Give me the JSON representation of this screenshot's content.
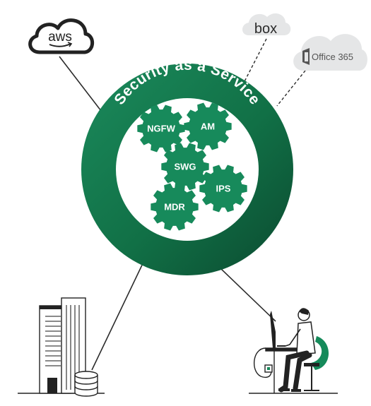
{
  "diagram": {
    "title": "Security as a Service",
    "services": [
      {
        "id": "ngfw",
        "label": "NGFW"
      },
      {
        "id": "am",
        "label": "AM"
      },
      {
        "id": "swg",
        "label": "SWG"
      },
      {
        "id": "ips",
        "label": "IPS"
      },
      {
        "id": "mdr",
        "label": "MDR"
      }
    ],
    "cloud_providers": [
      {
        "id": "aws",
        "label": "aws",
        "connection": "solid"
      },
      {
        "id": "box",
        "label": "box",
        "connection": "dashed"
      },
      {
        "id": "office365",
        "label": "Office 365",
        "connection": "dashed"
      }
    ],
    "endpoints": [
      {
        "id": "datacenter",
        "icon": "building-database-icon",
        "connection": "solid"
      },
      {
        "id": "remote-user",
        "icon": "remote-worker-icon",
        "connection": "solid"
      }
    ],
    "colors": {
      "ring_dark": "#0b4a30",
      "ring_light": "#18845a",
      "gear": "#178a5b",
      "cloud_gray": "#e5e6e7",
      "line": "#2b2b2b",
      "office_text": "#555555",
      "chair_green": "#158a5a"
    }
  }
}
